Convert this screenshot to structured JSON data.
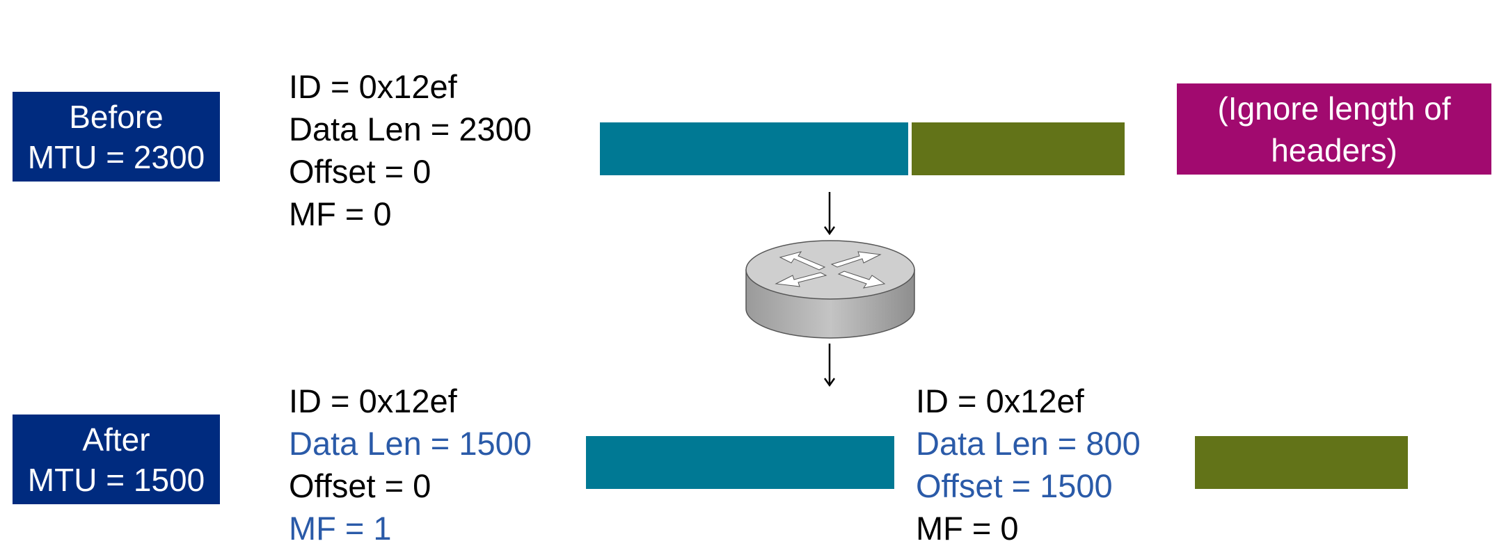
{
  "before": {
    "label_line1": "Before",
    "label_line2": "MTU = 2300",
    "fields": [
      "ID = 0x12ef",
      "Data Len = 2300",
      "Offset = 0",
      "MF = 0"
    ]
  },
  "after": {
    "label_line1": "After",
    "label_line2": "MTU = 1500",
    "fragment1": [
      "ID = 0x12ef",
      "Data Len = 1500",
      "Offset = 0",
      "MF = 1"
    ],
    "fragment2": [
      "ID = 0x12ef",
      "Data Len = 800",
      "Offset = 1500",
      "MF = 0"
    ]
  },
  "note": {
    "line1": "(Ignore length of",
    "line2": "headers)"
  },
  "colors": {
    "label_bg": "#002b7f",
    "note_bg": "#a10a6f",
    "segment_first": "#007994",
    "segment_second": "#627318",
    "changed_text": "#2a5aa8"
  },
  "icons": [
    "router-icon",
    "down-arrow-icon"
  ]
}
